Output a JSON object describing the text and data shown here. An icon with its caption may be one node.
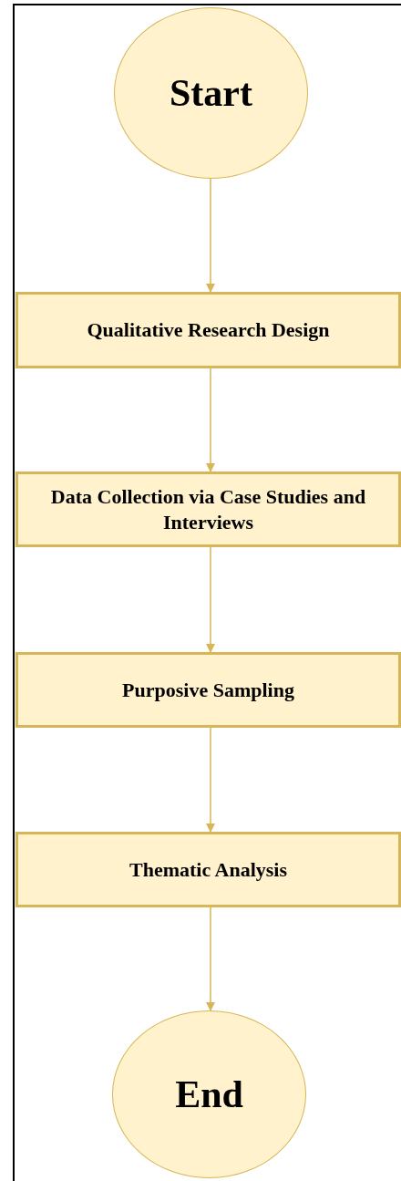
{
  "diagram": {
    "nodes": [
      {
        "text": [
          "Start"
        ]
      },
      {
        "text": [
          "Qualitative Research Design"
        ]
      },
      {
        "text": [
          "Data Collection via Case Studies and Interviews"
        ]
      },
      {
        "text": [
          "Purposive Sampling"
        ]
      },
      {
        "text": [
          "Thematic Analysis"
        ]
      },
      {
        "text": [
          "End"
        ]
      }
    ],
    "edges": [
      {
        "from": 0,
        "to": 1,
        "arrow": "to"
      },
      {
        "from": 1,
        "to": 2,
        "arrow": "to"
      },
      {
        "from": 2,
        "to": 3,
        "arrow": "to"
      },
      {
        "from": 3,
        "to": 4,
        "arrow": "to"
      },
      {
        "from": 4,
        "to": 5,
        "arrow": "to"
      }
    ]
  }
}
